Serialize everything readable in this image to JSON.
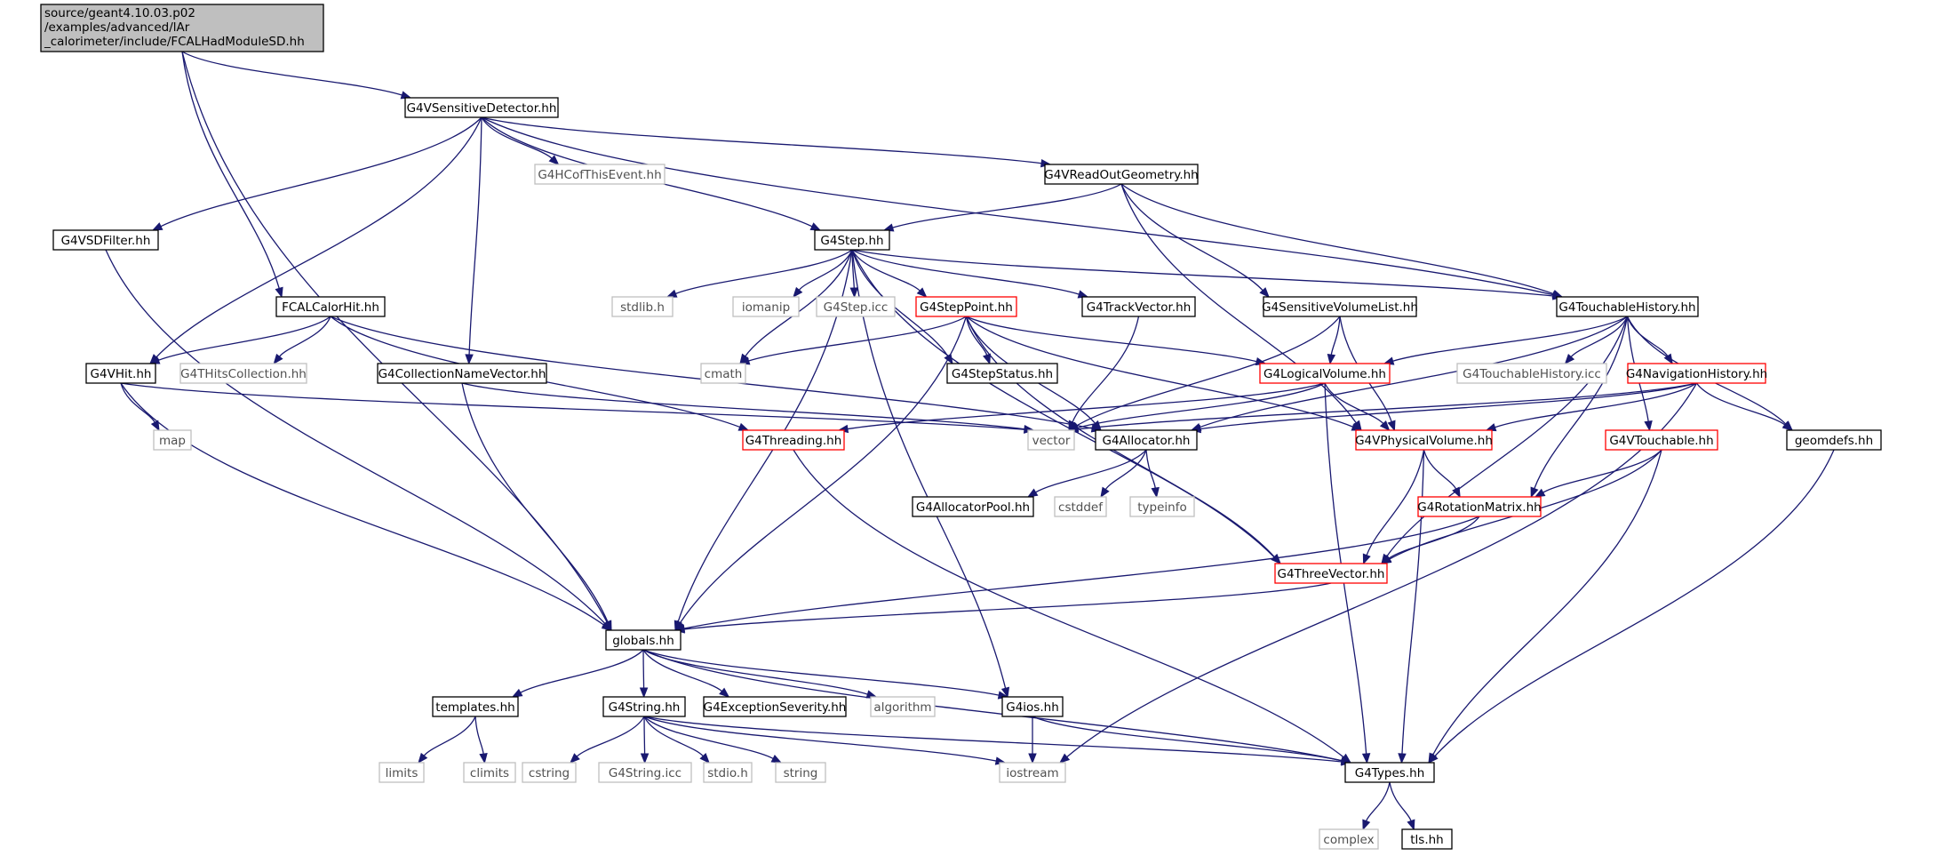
{
  "colors": {
    "edge": "#191970",
    "border_normal": "#000000",
    "border_truncated": "#ff0000",
    "border_external": "#bfbfbf",
    "fill_root": "#bfbfbf",
    "fill_normal": "#ffffff",
    "text_normal": "#000000",
    "text_external": "#505050"
  },
  "nodes": {
    "root": {
      "lines": [
        "source/geant4.10.03.p02",
        "/examples/advanced/lAr",
        "_calorimeter/include/FCALHadModuleSD.hh"
      ]
    },
    "G4VSensitiveDetector": {
      "lines": [
        "G4VSensitiveDetector.hh"
      ]
    },
    "G4HCofThisEvent": {
      "lines": [
        "G4HCofThisEvent.hh"
      ]
    },
    "G4VReadOutGeometry": {
      "lines": [
        "G4VReadOutGeometry.hh"
      ]
    },
    "G4VSDFilter": {
      "lines": [
        "G4VSDFilter.hh"
      ]
    },
    "G4Step": {
      "lines": [
        "G4Step.hh"
      ]
    },
    "FCALCalorHit": {
      "lines": [
        "FCALCalorHit.hh"
      ]
    },
    "stdlib": {
      "lines": [
        "stdlib.h"
      ]
    },
    "iomanip": {
      "lines": [
        "iomanip"
      ]
    },
    "G4Stepicc": {
      "lines": [
        "G4Step.icc"
      ]
    },
    "G4StepPoint": {
      "lines": [
        "G4StepPoint.hh"
      ]
    },
    "G4TrackVector": {
      "lines": [
        "G4TrackVector.hh"
      ]
    },
    "G4SensitiveVolumeList": {
      "lines": [
        "G4SensitiveVolumeList.hh"
      ]
    },
    "G4TouchableHistory": {
      "lines": [
        "G4TouchableHistory.hh"
      ]
    },
    "G4VHit": {
      "lines": [
        "G4VHit.hh"
      ]
    },
    "G4THitsCollection": {
      "lines": [
        "G4THitsCollection.hh"
      ]
    },
    "G4CollectionNameVector": {
      "lines": [
        "G4CollectionNameVector.hh"
      ]
    },
    "cmath": {
      "lines": [
        "cmath"
      ]
    },
    "G4StepStatus": {
      "lines": [
        "G4StepStatus.hh"
      ]
    },
    "G4LogicalVolume": {
      "lines": [
        "G4LogicalVolume.hh"
      ]
    },
    "G4TouchableHistoryicc": {
      "lines": [
        "G4TouchableHistory.icc"
      ]
    },
    "G4NavigationHistory": {
      "lines": [
        "G4NavigationHistory.hh"
      ]
    },
    "map": {
      "lines": [
        "map"
      ]
    },
    "G4Threading": {
      "lines": [
        "G4Threading.hh"
      ]
    },
    "vector": {
      "lines": [
        "vector"
      ]
    },
    "G4Allocator": {
      "lines": [
        "G4Allocator.hh"
      ]
    },
    "G4VPhysicalVolume": {
      "lines": [
        "G4VPhysicalVolume.hh"
      ]
    },
    "G4VTouchable": {
      "lines": [
        "G4VTouchable.hh"
      ]
    },
    "geomdefs": {
      "lines": [
        "geomdefs.hh"
      ]
    },
    "G4AllocatorPool": {
      "lines": [
        "G4AllocatorPool.hh"
      ]
    },
    "cstddef": {
      "lines": [
        "cstddef"
      ]
    },
    "typeinfo": {
      "lines": [
        "typeinfo"
      ]
    },
    "G4RotationMatrix": {
      "lines": [
        "G4RotationMatrix.hh"
      ]
    },
    "G4ThreeVector": {
      "lines": [
        "G4ThreeVector.hh"
      ]
    },
    "globals": {
      "lines": [
        "globals.hh"
      ]
    },
    "templates": {
      "lines": [
        "templates.hh"
      ]
    },
    "G4String": {
      "lines": [
        "G4String.hh"
      ]
    },
    "G4ExceptionSeverity": {
      "lines": [
        "G4ExceptionSeverity.hh"
      ]
    },
    "algorithm": {
      "lines": [
        "algorithm"
      ]
    },
    "G4ios": {
      "lines": [
        "G4ios.hh"
      ]
    },
    "limits": {
      "lines": [
        "limits"
      ]
    },
    "climits": {
      "lines": [
        "climits"
      ]
    },
    "cstring": {
      "lines": [
        "cstring"
      ]
    },
    "G4Stringicc": {
      "lines": [
        "G4String.icc"
      ]
    },
    "stdio": {
      "lines": [
        "stdio.h"
      ]
    },
    "string": {
      "lines": [
        "string"
      ]
    },
    "iostream": {
      "lines": [
        "iostream"
      ]
    },
    "G4Types": {
      "lines": [
        "G4Types.hh"
      ]
    },
    "complex": {
      "lines": [
        "complex"
      ]
    },
    "tls": {
      "lines": [
        "tls.hh"
      ]
    }
  },
  "edges": [
    [
      "root",
      "G4VSensitiveDetector"
    ],
    [
      "root",
      "FCALCalorHit"
    ],
    [
      "root",
      "globals"
    ],
    [
      "G4VSensitiveDetector",
      "G4HCofThisEvent"
    ],
    [
      "G4VSensitiveDetector",
      "G4VReadOutGeometry"
    ],
    [
      "G4VSensitiveDetector",
      "G4VSDFilter"
    ],
    [
      "G4VSensitiveDetector",
      "G4Step"
    ],
    [
      "G4VSensitiveDetector",
      "G4VHit"
    ],
    [
      "G4VSensitiveDetector",
      "G4CollectionNameVector"
    ],
    [
      "G4VSensitiveDetector",
      "G4TouchableHistory"
    ],
    [
      "G4VReadOutGeometry",
      "G4Step"
    ],
    [
      "G4VReadOutGeometry",
      "G4SensitiveVolumeList"
    ],
    [
      "G4VReadOutGeometry",
      "G4TouchableHistory"
    ],
    [
      "G4VReadOutGeometry",
      "G4VPhysicalVolume"
    ],
    [
      "G4VSDFilter",
      "globals"
    ],
    [
      "G4Step",
      "stdlib"
    ],
    [
      "G4Step",
      "iomanip"
    ],
    [
      "G4Step",
      "G4Stepicc"
    ],
    [
      "G4Step",
      "G4StepPoint"
    ],
    [
      "G4Step",
      "G4TrackVector"
    ],
    [
      "G4Step",
      "G4TouchableHistory"
    ],
    [
      "G4Step",
      "cmath"
    ],
    [
      "G4Step",
      "G4StepStatus"
    ],
    [
      "G4Step",
      "globals"
    ],
    [
      "G4Step",
      "G4ThreeVector"
    ],
    [
      "G4Step",
      "G4ios"
    ],
    [
      "FCALCalorHit",
      "G4VHit"
    ],
    [
      "FCALCalorHit",
      "G4THitsCollection"
    ],
    [
      "FCALCalorHit",
      "G4Threading"
    ],
    [
      "FCALCalorHit",
      "G4Allocator"
    ],
    [
      "G4StepPoint",
      "G4StepStatus"
    ],
    [
      "G4StepPoint",
      "cmath"
    ],
    [
      "G4StepPoint",
      "G4LogicalVolume"
    ],
    [
      "G4StepPoint",
      "G4Allocator"
    ],
    [
      "G4StepPoint",
      "G4VPhysicalVolume"
    ],
    [
      "G4StepPoint",
      "G4ThreeVector"
    ],
    [
      "G4StepPoint",
      "globals"
    ],
    [
      "G4TrackVector",
      "vector"
    ],
    [
      "G4SensitiveVolumeList",
      "G4LogicalVolume"
    ],
    [
      "G4SensitiveVolumeList",
      "vector"
    ],
    [
      "G4SensitiveVolumeList",
      "G4VPhysicalVolume"
    ],
    [
      "G4TouchableHistory",
      "G4TouchableHistoryicc"
    ],
    [
      "G4TouchableHistory",
      "G4NavigationHistory"
    ],
    [
      "G4TouchableHistory",
      "G4LogicalVolume"
    ],
    [
      "G4TouchableHistory",
      "G4Allocator"
    ],
    [
      "G4TouchableHistory",
      "G4VTouchable"
    ],
    [
      "G4TouchableHistory",
      "geomdefs"
    ],
    [
      "G4TouchableHistory",
      "G4RotationMatrix"
    ],
    [
      "G4TouchableHistory",
      "G4ThreeVector"
    ],
    [
      "G4VHit",
      "map"
    ],
    [
      "G4VHit",
      "vector"
    ],
    [
      "G4VHit",
      "globals"
    ],
    [
      "G4CollectionNameVector",
      "vector"
    ],
    [
      "G4CollectionNameVector",
      "globals"
    ],
    [
      "G4LogicalVolume",
      "vector"
    ],
    [
      "G4LogicalVolume",
      "G4VPhysicalVolume"
    ],
    [
      "G4LogicalVolume",
      "G4Threading"
    ],
    [
      "G4LogicalVolume",
      "G4Types"
    ],
    [
      "G4NavigationHistory",
      "geomdefs"
    ],
    [
      "G4NavigationHistory",
      "vector"
    ],
    [
      "G4NavigationHistory",
      "G4Allocator"
    ],
    [
      "G4NavigationHistory",
      "G4VPhysicalVolume"
    ],
    [
      "G4NavigationHistory",
      "iostream"
    ],
    [
      "G4Threading",
      "G4Types"
    ],
    [
      "G4Allocator",
      "G4AllocatorPool"
    ],
    [
      "G4Allocator",
      "cstddef"
    ],
    [
      "G4Allocator",
      "typeinfo"
    ],
    [
      "G4VPhysicalVolume",
      "G4RotationMatrix"
    ],
    [
      "G4VPhysicalVolume",
      "G4ThreeVector"
    ],
    [
      "G4VPhysicalVolume",
      "G4Types"
    ],
    [
      "G4VTouchable",
      "G4RotationMatrix"
    ],
    [
      "G4VTouchable",
      "G4ThreeVector"
    ],
    [
      "G4VTouchable",
      "G4Types"
    ],
    [
      "geomdefs",
      "G4Types"
    ],
    [
      "G4RotationMatrix",
      "G4ThreeVector"
    ],
    [
      "G4RotationMatrix",
      "globals"
    ],
    [
      "G4ThreeVector",
      "globals"
    ],
    [
      "globals",
      "templates"
    ],
    [
      "globals",
      "G4String"
    ],
    [
      "globals",
      "G4ExceptionSeverity"
    ],
    [
      "globals",
      "algorithm"
    ],
    [
      "globals",
      "G4ios"
    ],
    [
      "globals",
      "G4Types"
    ],
    [
      "templates",
      "limits"
    ],
    [
      "templates",
      "climits"
    ],
    [
      "G4String",
      "cstring"
    ],
    [
      "G4String",
      "G4Stringicc"
    ],
    [
      "G4String",
      "stdio"
    ],
    [
      "G4String",
      "string"
    ],
    [
      "G4String",
      "iostream"
    ],
    [
      "G4String",
      "G4Types"
    ],
    [
      "G4ios",
      "iostream"
    ],
    [
      "G4ios",
      "G4Types"
    ],
    [
      "G4Types",
      "complex"
    ],
    [
      "G4Types",
      "tls"
    ]
  ]
}
